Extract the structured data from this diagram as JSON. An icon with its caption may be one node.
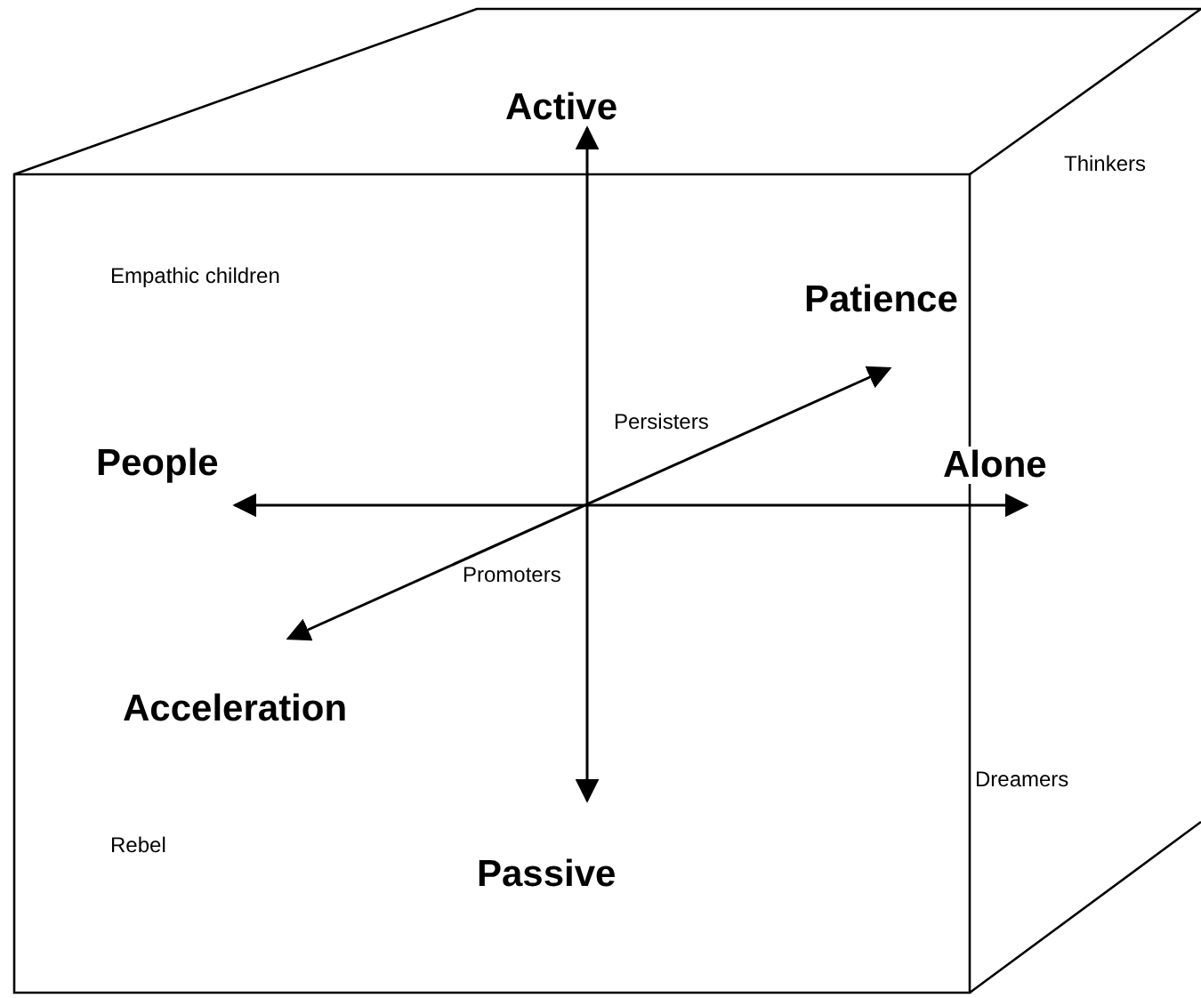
{
  "diagram": {
    "labels": [
      "Active",
      "Thinkers",
      "Empathic children",
      "Patience",
      "Persisters",
      "People",
      "Alone",
      "Promoters",
      "Acceleration",
      "Dreamers",
      "Rebel",
      "Passive"
    ]
  }
}
